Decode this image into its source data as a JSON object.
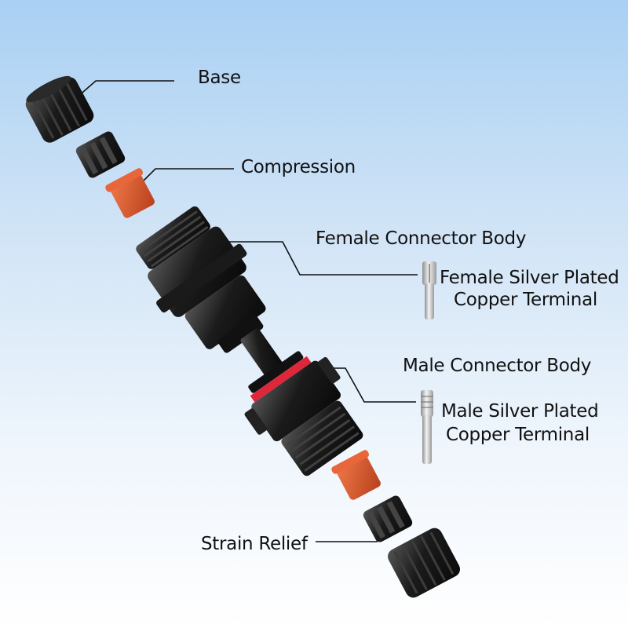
{
  "labels": {
    "base": "Base",
    "compression": "Compression",
    "female_body": "Female Connector Body",
    "female_terminal_line1": "Female Silver Plated",
    "female_terminal_line2": "Copper Terminal",
    "male_body": "Male Connector Body",
    "male_terminal_line1": "Male Silver Plated",
    "male_terminal_line2": "Copper Terminal",
    "strain_relief": "Strain Relief"
  },
  "colors": {
    "background_top": "#a9d0f3",
    "background_bottom": "#ffffff",
    "part_black": "#1e1e1e",
    "seal_orange": "#d9542a",
    "o_ring_red": "#e0263a",
    "terminal_silver": "#c9c9c9"
  }
}
